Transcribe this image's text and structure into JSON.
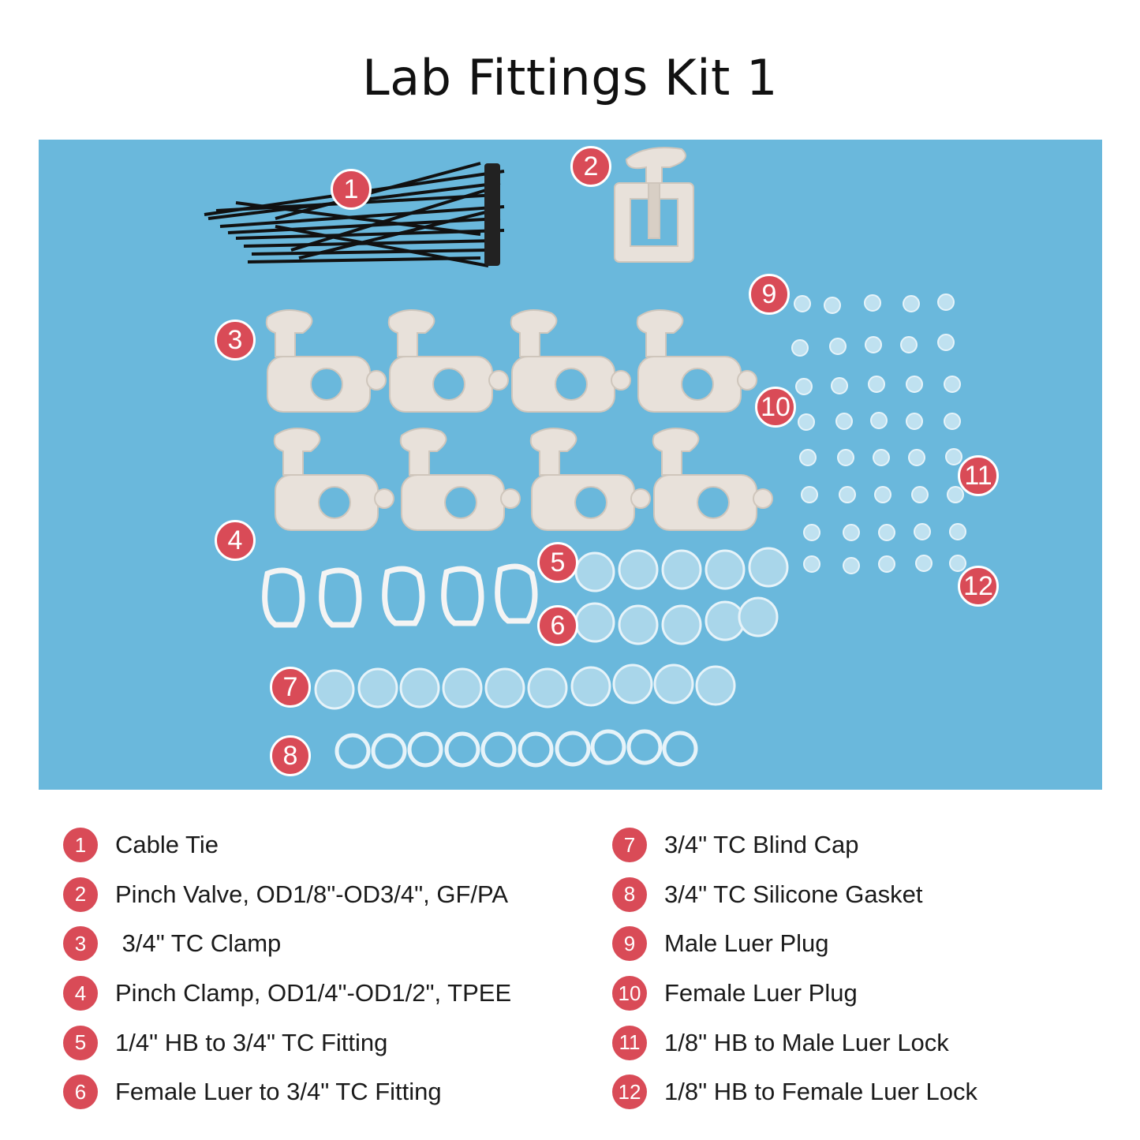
{
  "title": "Lab Fittings Kit 1",
  "colors": {
    "background": "#6ab8dc",
    "badge": "#d94b57",
    "part": "#e8e1da"
  },
  "photo_badges": [
    "1",
    "2",
    "3",
    "4",
    "5",
    "6",
    "7",
    "8",
    "9",
    "10",
    "11",
    "12"
  ],
  "legend": {
    "left": [
      {
        "num": "1",
        "label": "Cable Tie"
      },
      {
        "num": "2",
        "label": "Pinch Valve, OD1/8\"-OD3/4\", GF/PA"
      },
      {
        "num": "3",
        "label": " 3/4\" TC Clamp"
      },
      {
        "num": "4",
        "label": "Pinch Clamp, OD1/4\"-OD1/2\", TPEE"
      },
      {
        "num": "5",
        "label": "1/4\" HB to 3/4\" TC Fitting"
      },
      {
        "num": "6",
        "label": "Female Luer to 3/4\" TC Fitting"
      }
    ],
    "right": [
      {
        "num": "7",
        "label": "3/4\" TC Blind Cap"
      },
      {
        "num": "8",
        "label": "3/4\" TC Silicone Gasket"
      },
      {
        "num": "9",
        "label": "Male Luer Plug"
      },
      {
        "num": "10",
        "label": "Female Luer Plug"
      },
      {
        "num": "11",
        "label": "1/8\" HB to Male Luer Lock"
      },
      {
        "num": "12",
        "label": "1/8\" HB to Female Luer Lock"
      }
    ]
  }
}
